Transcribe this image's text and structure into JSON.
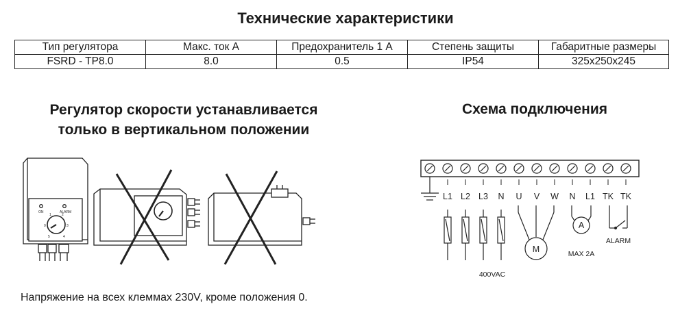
{
  "title": "Технические характеристики",
  "specs_table": {
    "headers": [
      "Тип регулятора",
      "Макс. ток A",
      "Предохранитель 1  A",
      "Степень защиты",
      "Габаритные размеры"
    ],
    "row": [
      "FSRD - TP8.0",
      "8.0",
      "0.5",
      "IP54",
      "325x250x245"
    ]
  },
  "mounting": {
    "heading_line1": "Регулятор скорости устанавливается",
    "heading_line2": "только в вертикальном положении",
    "device_labels": {
      "on": "ON",
      "alarm": "ALARM",
      "dial": [
        "0",
        "1",
        "2",
        "3",
        "4",
        "5"
      ]
    }
  },
  "wiring": {
    "heading": "Схема подключения",
    "terminals": [
      "L1",
      "L2",
      "L3",
      "N",
      "U",
      "V",
      "W",
      "N",
      "L1",
      "TK",
      "TK"
    ],
    "motor_symbol": "M",
    "ammeter_symbol": "A",
    "max_label": "MAX  2A",
    "alarm_label": "ALARM",
    "supply_label": "400VAC"
  },
  "footnote": "Напряжение на всех клеммах 230V, кроме положения 0."
}
